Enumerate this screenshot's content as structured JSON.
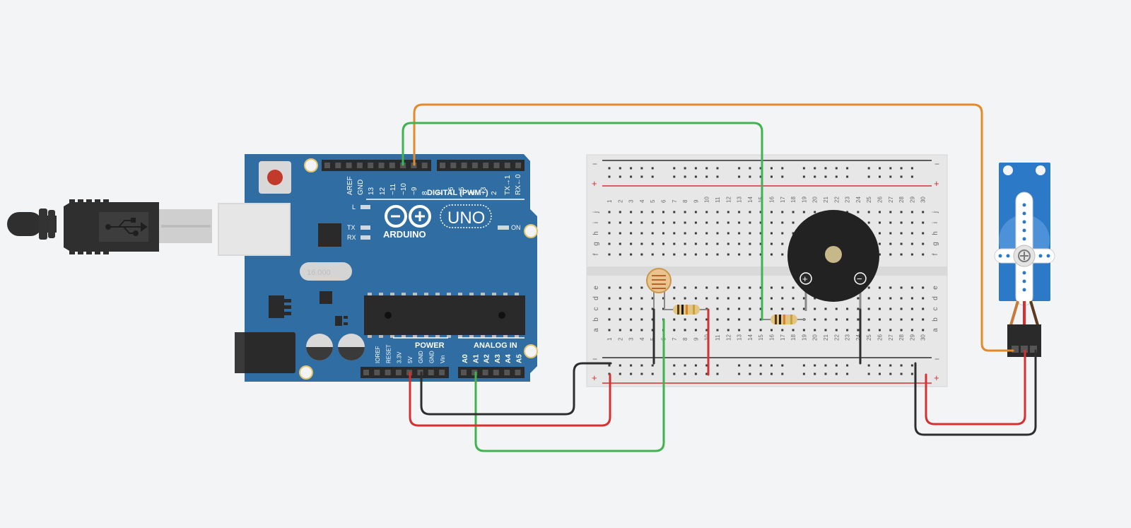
{
  "arduino": {
    "brand": "ARDUINO",
    "model": "UNO",
    "digital_header_label": "DIGITAL (PWM~)",
    "power_header_label": "POWER",
    "analog_header_label": "ANALOG IN",
    "crystal_label": "16.000",
    "led_labels": [
      "L",
      "TX",
      "RX",
      "ON"
    ],
    "digital_pins": [
      "AREF",
      "GND",
      "13",
      "12",
      "~11",
      "~10",
      "~9",
      "8",
      "7",
      "~6",
      "~5",
      "4",
      "~3",
      "2",
      "TX→1",
      "RX←0"
    ],
    "power_pins": [
      "IOREF",
      "RESET",
      "3.3V",
      "5V",
      "GND",
      "GND",
      "Vin"
    ],
    "analog_pins": [
      "A0",
      "A1",
      "A2",
      "A3",
      "A4",
      "A5"
    ]
  },
  "breadboard": {
    "row_letters_top": [
      "j",
      "i",
      "h",
      "g",
      "f"
    ],
    "row_letters_bottom": [
      "e",
      "d",
      "c",
      "b",
      "a"
    ],
    "column_count": 30,
    "rail_minus": "−",
    "rail_plus": "+"
  },
  "buzzer": {
    "plus": "+",
    "minus": "−"
  },
  "colors": {
    "arduino_board": "#2f6da3",
    "wire_orange": "#e58a2a",
    "wire_green": "#3fb34f",
    "wire_red": "#d63030",
    "wire_black": "#2e2e2e",
    "servo_body": "#2b79c7",
    "breadboard": "#e7e7e7"
  },
  "icons": [
    "usb-icon",
    "plus-icon"
  ]
}
